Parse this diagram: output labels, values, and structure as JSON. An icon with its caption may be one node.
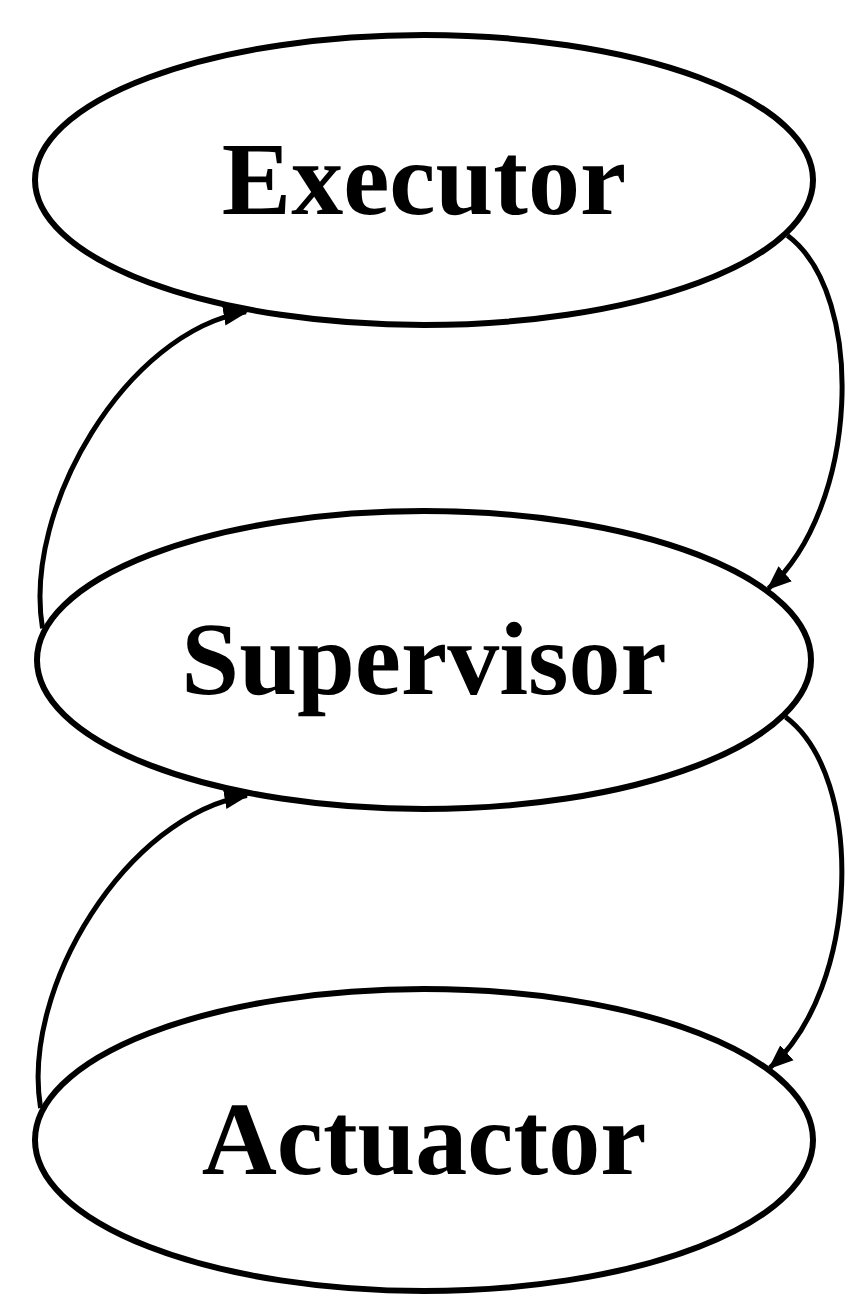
{
  "diagram": {
    "nodes": [
      {
        "text": [
          "Executor"
        ]
      },
      {
        "text": [
          "Supervisor"
        ]
      },
      {
        "text": [
          "Actuactor"
        ]
      }
    ],
    "edges": [
      {
        "from": 0,
        "to": 1,
        "arrow": "to"
      },
      {
        "from": 1,
        "to": 0,
        "arrow": "to"
      },
      {
        "from": 1,
        "to": 2,
        "arrow": "to"
      },
      {
        "from": 2,
        "to": 1,
        "arrow": "to"
      }
    ]
  }
}
